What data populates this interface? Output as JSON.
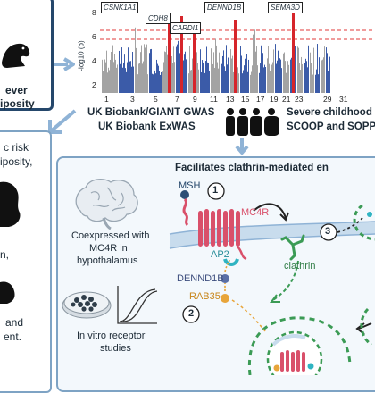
{
  "left_panel": {
    "box_text_1": "ever",
    "box_text_2": "iposity",
    "lines": [
      "c risk",
      "iposity,",
      "n,",
      "and",
      "ent."
    ]
  },
  "manhattan": {
    "y_axis_label": "-log10 (p)",
    "y_ticks": [
      "8",
      "6",
      "4",
      "2"
    ],
    "x_ticks": [
      "1",
      "3",
      "5",
      "7",
      "9",
      "11",
      "13",
      "15",
      "17",
      "19",
      "21",
      "23",
      "29",
      "31"
    ],
    "genes": [
      "CSNK1A1",
      "CDH8",
      "CARDI1",
      "DENND1B",
      "SEMA3D"
    ],
    "colors": {
      "grey": "#a3a3a3",
      "blue": "#3b5ba8",
      "red": "#d6252b",
      "threshold": "#e03a3a"
    }
  },
  "studies": {
    "left_line1": "UK Biobank/GIANT GWAS",
    "left_line2": "UK Biobank ExWAS",
    "right_line1": "Severe childhood o",
    "right_line2": "SCOOP and SOPP"
  },
  "mechanism": {
    "title": "Facilitates clathrin-mediated en",
    "hypothalamus_text": [
      "Coexpressed with",
      "MC4R in",
      "hypothalamus"
    ],
    "in_vitro_text": [
      "In vitro receptor",
      "studies"
    ],
    "labels": {
      "msh": "MSH",
      "mc4r": "MC4R",
      "ap2": "AP2",
      "dennd1b": "DENND1B",
      "rab35": "RAB35",
      "clathrin": "clathrin"
    },
    "steps": [
      "1",
      "2",
      "3"
    ]
  },
  "colors": {
    "navy": "#25476b",
    "panel_border": "#7ea3c4",
    "arrow_blue": "#8fb3d6",
    "membrane": "#c8dced",
    "receptor": "#d9506a",
    "clathrin": "#3b9b55",
    "ap2": "#2fb4c2",
    "msh": "#2d4e75",
    "rab35": "#e8a53a",
    "dennd1b": "#5a6fa6"
  }
}
